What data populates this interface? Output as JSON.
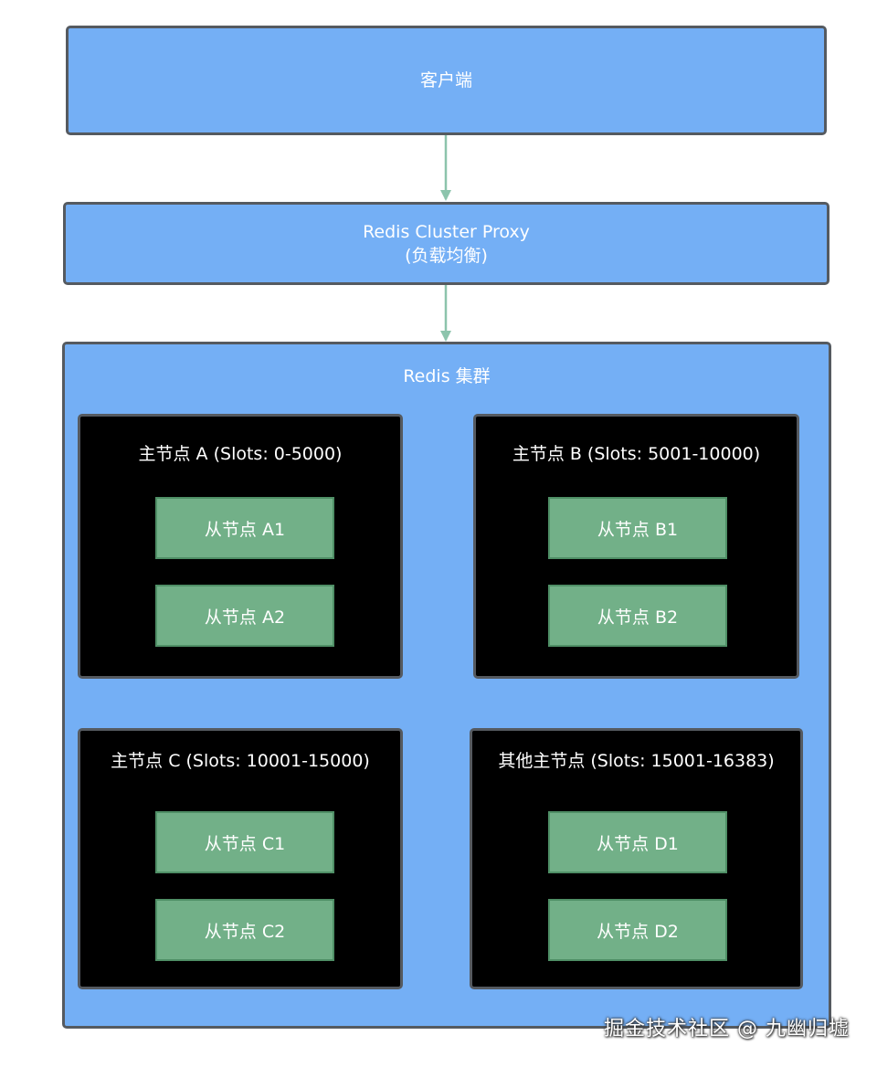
{
  "client": {
    "label": "客户端"
  },
  "proxy": {
    "line1": "Redis Cluster Proxy",
    "line2": "(负载均衡)"
  },
  "cluster": {
    "title": "Redis 集群",
    "masters": [
      {
        "title": "主节点 A (Slots: 0-5000)",
        "slaves": [
          "从节点 A1",
          "从节点 A2"
        ]
      },
      {
        "title": "主节点 B (Slots: 5001-10000)",
        "slaves": [
          "从节点 B1",
          "从节点 B2"
        ]
      },
      {
        "title": "主节点 C (Slots: 10001-15000)",
        "slaves": [
          "从节点 C1",
          "从节点 C2"
        ]
      },
      {
        "title": "其他主节点 (Slots: 15001-16383)",
        "slaves": [
          "从节点 D1",
          "从节点 D2"
        ]
      }
    ]
  },
  "watermark": "掘金技术社区 @ 九幽归墟",
  "colors": {
    "box_fill": "#74aff5",
    "border": "#555a60",
    "master_fill": "#000000",
    "slave_fill": "#72b088",
    "arrow": "#8cc4ac"
  }
}
